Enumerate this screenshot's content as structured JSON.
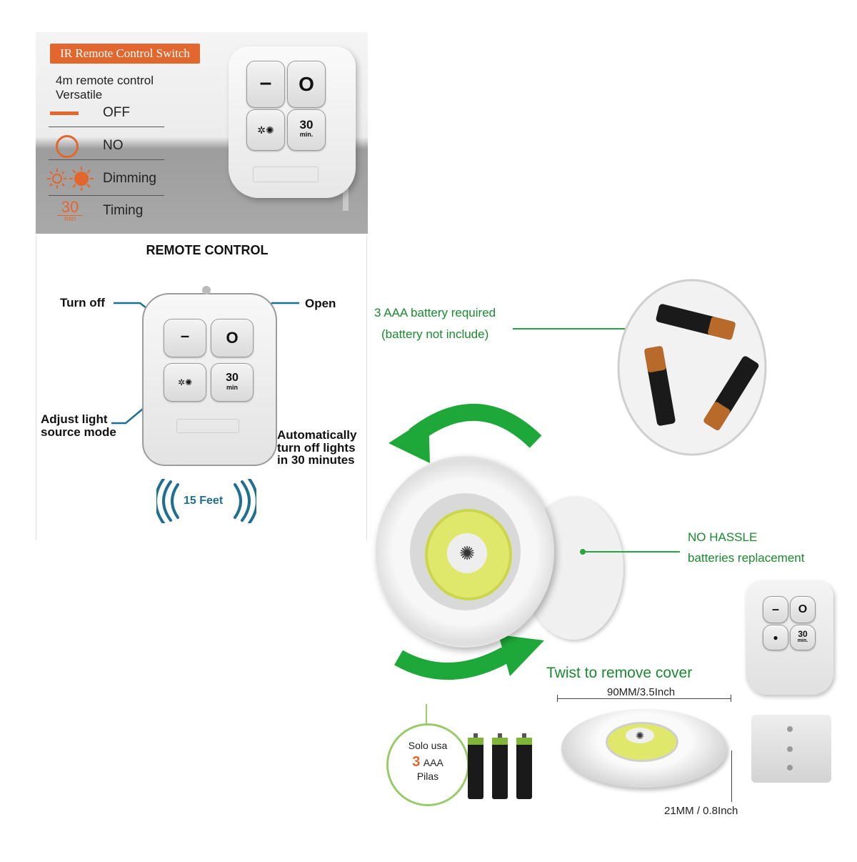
{
  "top_panel": {
    "badge": "IR Remote Control Switch",
    "line1": "4m remote control",
    "line2": "Versatile",
    "legend": [
      {
        "label": "OFF",
        "icon": "dash-icon"
      },
      {
        "label": "NO",
        "icon": "circle-icon"
      },
      {
        "label": "Dimming",
        "icon": "sun-icon"
      },
      {
        "label": "Timing",
        "icon": "timer-icon"
      }
    ],
    "timing_icon_num": "30",
    "timing_icon_unit": "min",
    "remote_buttons": [
      "–",
      "O",
      "✲✺",
      "30",
      "min."
    ]
  },
  "mid_panel": {
    "title": "REMOTE CONTROL",
    "turn_off": "Turn off",
    "open": "Open",
    "adjust_1": "Adjust light",
    "adjust_2": "source mode",
    "auto_1": "Automatically",
    "auto_2": "turn off lights",
    "auto_3": "in 30 minutes",
    "range": "15 Feet",
    "btn_num": "30",
    "btn_unit": "min"
  },
  "right": {
    "battery_1": "3 AAA battery required",
    "battery_2": "(battery not include)",
    "hassle_1": "NO HASSLE",
    "hassle_2": "batteries replacement",
    "twist": "Twist to remove cover",
    "diameter": "90MM/3.5Inch",
    "height": "21MM / 0.8Inch",
    "solo": "Solo usa",
    "aaa_num": "3",
    "aaa_text": "AAA",
    "pilas": "Pilas",
    "small_remote_num": "30",
    "small_remote_unit": "min."
  },
  "colors": {
    "accent_orange": "#e2672f",
    "green": "#1a8a2e",
    "blue_line": "#1f6f93"
  }
}
